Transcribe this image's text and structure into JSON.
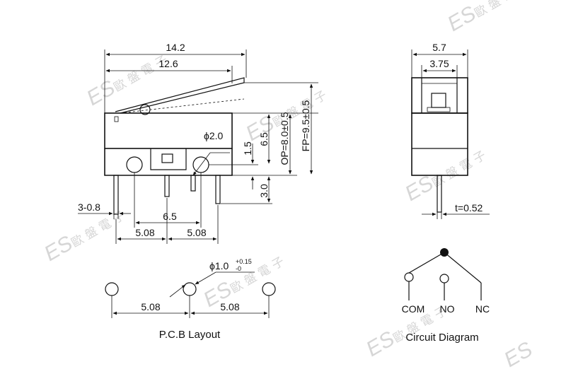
{
  "watermark": {
    "latin": "ES",
    "chinese": "歐 盤 電 子"
  },
  "side_view": {
    "overall_length": "14.2",
    "body_length": "12.6",
    "hole_diameter": "2.0",
    "hole_spacing": "6.5",
    "pin_pitch_left": "5.08",
    "pin_pitch_right": "5.08",
    "pin_width": "3-0.8",
    "dim_1_5": "1.5",
    "dim_6_5": "6.5",
    "pin_length": "3.0",
    "op": "OP=8.0±0.5",
    "fp": "FP=9.5±0.5"
  },
  "end_view": {
    "width": "5.7",
    "plunger_width": "3.75",
    "thickness": "t=0.52"
  },
  "pcb_layout": {
    "caption": "P.C.B Layout",
    "hole_dia": "1.0",
    "hole_tol_upper": "+0.15",
    "hole_tol_lower": "-0",
    "pitch_left": "5.08",
    "pitch_right": "5.08"
  },
  "circuit": {
    "caption": "Circuit Diagram",
    "com": "COM",
    "no": "NO",
    "nc": "NC"
  }
}
